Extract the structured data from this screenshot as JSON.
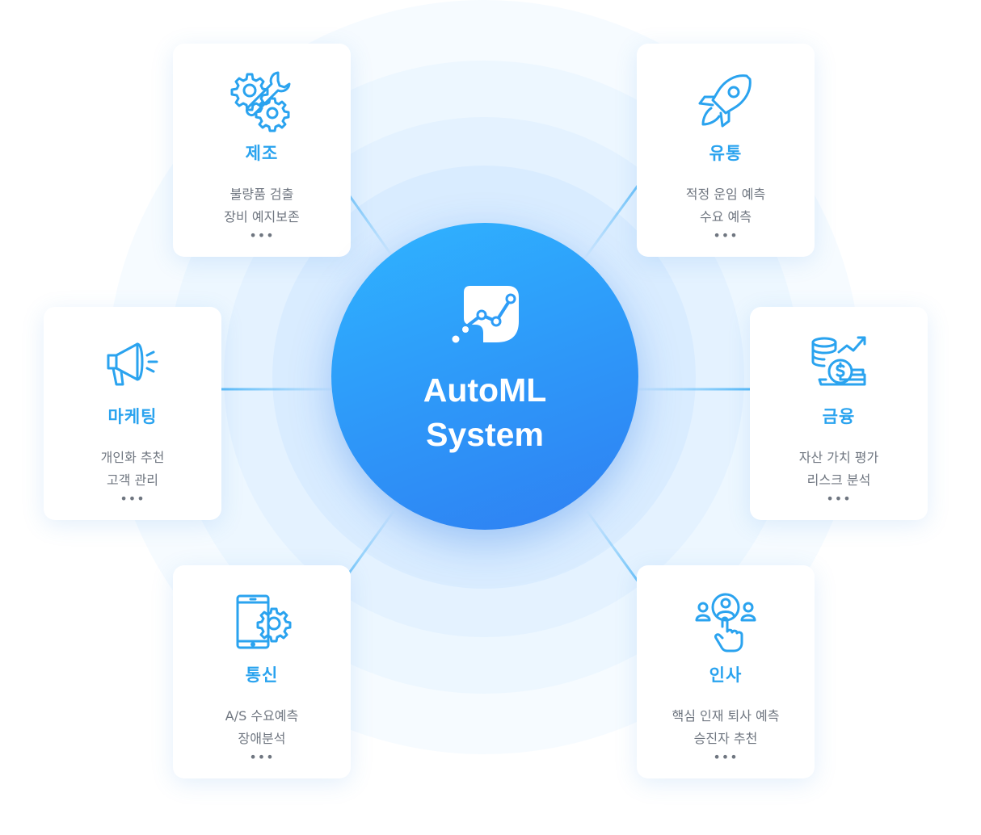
{
  "center": {
    "line1": "AutoML",
    "line2": "System",
    "logo_icon": "automl-leaf-chart-logo",
    "gradient": [
      "#2fb4ff",
      "#2f7ff2"
    ]
  },
  "accent_color": "#2aa3ef",
  "text_color": "#6f7680",
  "cards": {
    "manufacturing": {
      "icon": "gears-wrench-icon",
      "title": "제조",
      "line1": "불량품 검출",
      "line2": "장비 예지보존",
      "more": "•••"
    },
    "distribution": {
      "icon": "rocket-icon",
      "title": "유통",
      "line1": "적정 운임 예측",
      "line2": "수요 예측",
      "more": "•••"
    },
    "marketing": {
      "icon": "megaphone-icon",
      "title": "마케팅",
      "line1": "개인화 추천",
      "line2": "고객 관리",
      "more": "•••"
    },
    "finance": {
      "icon": "coins-growth-icon",
      "title": "금융",
      "line1": "자산 가치 평가",
      "line2": "리스크 분석",
      "more": "•••"
    },
    "telecom": {
      "icon": "tablet-gear-icon",
      "title": "통신",
      "line1": "A/S 수요예측",
      "line2": "장애분석",
      "more": "•••"
    },
    "hr": {
      "icon": "people-select-icon",
      "title": "인사",
      "line1": "핵심 인재 퇴사 예측",
      "line2": "승진자 추천",
      "more": "•••"
    }
  }
}
